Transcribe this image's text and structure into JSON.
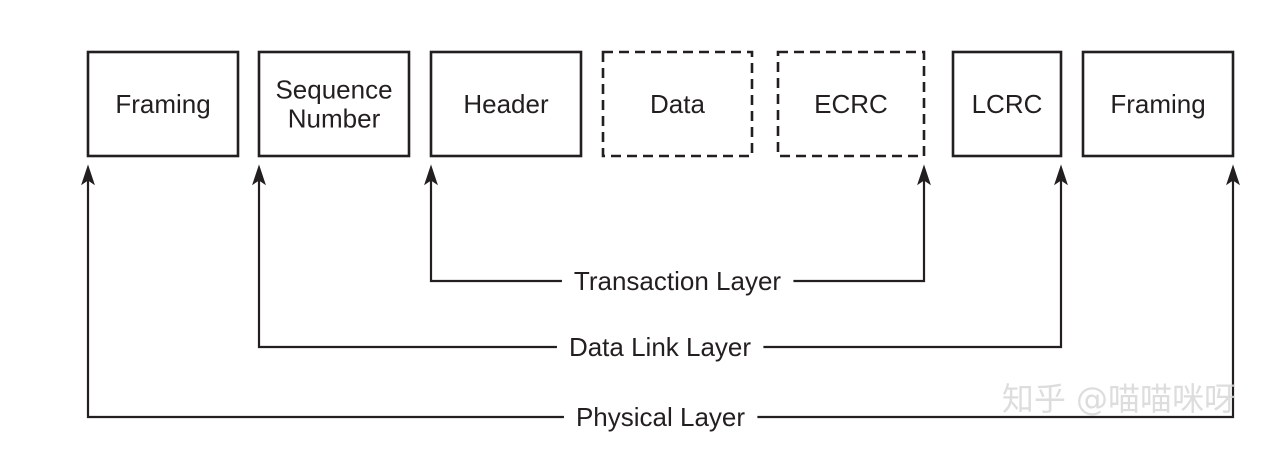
{
  "fields": [
    {
      "id": "framing-start",
      "lines": [
        "Framing"
      ],
      "style": "solid"
    },
    {
      "id": "sequence-number",
      "lines": [
        "Sequence",
        "Number"
      ],
      "style": "solid"
    },
    {
      "id": "header",
      "lines": [
        "Header"
      ],
      "style": "solid"
    },
    {
      "id": "data",
      "lines": [
        "Data"
      ],
      "style": "dashed"
    },
    {
      "id": "ecrc",
      "lines": [
        "ECRC"
      ],
      "style": "dashed"
    },
    {
      "id": "lcrc",
      "lines": [
        "LCRC"
      ],
      "style": "solid"
    },
    {
      "id": "framing-end",
      "lines": [
        "Framing"
      ],
      "style": "solid"
    }
  ],
  "layers": [
    {
      "id": "transaction-layer",
      "label": "Transaction Layer",
      "from_field": "header",
      "to_field": "ecrc"
    },
    {
      "id": "data-link-layer",
      "label": "Data Link Layer",
      "from_field": "sequence-number",
      "to_field": "lcrc"
    },
    {
      "id": "physical-layer",
      "label": "Physical Layer",
      "from_field": "framing-start",
      "to_field": "framing-end"
    }
  ],
  "watermark": "知乎 @喵喵咪呀",
  "colors": {
    "ink": "#231f20",
    "watermark": "#d8d8d8"
  }
}
